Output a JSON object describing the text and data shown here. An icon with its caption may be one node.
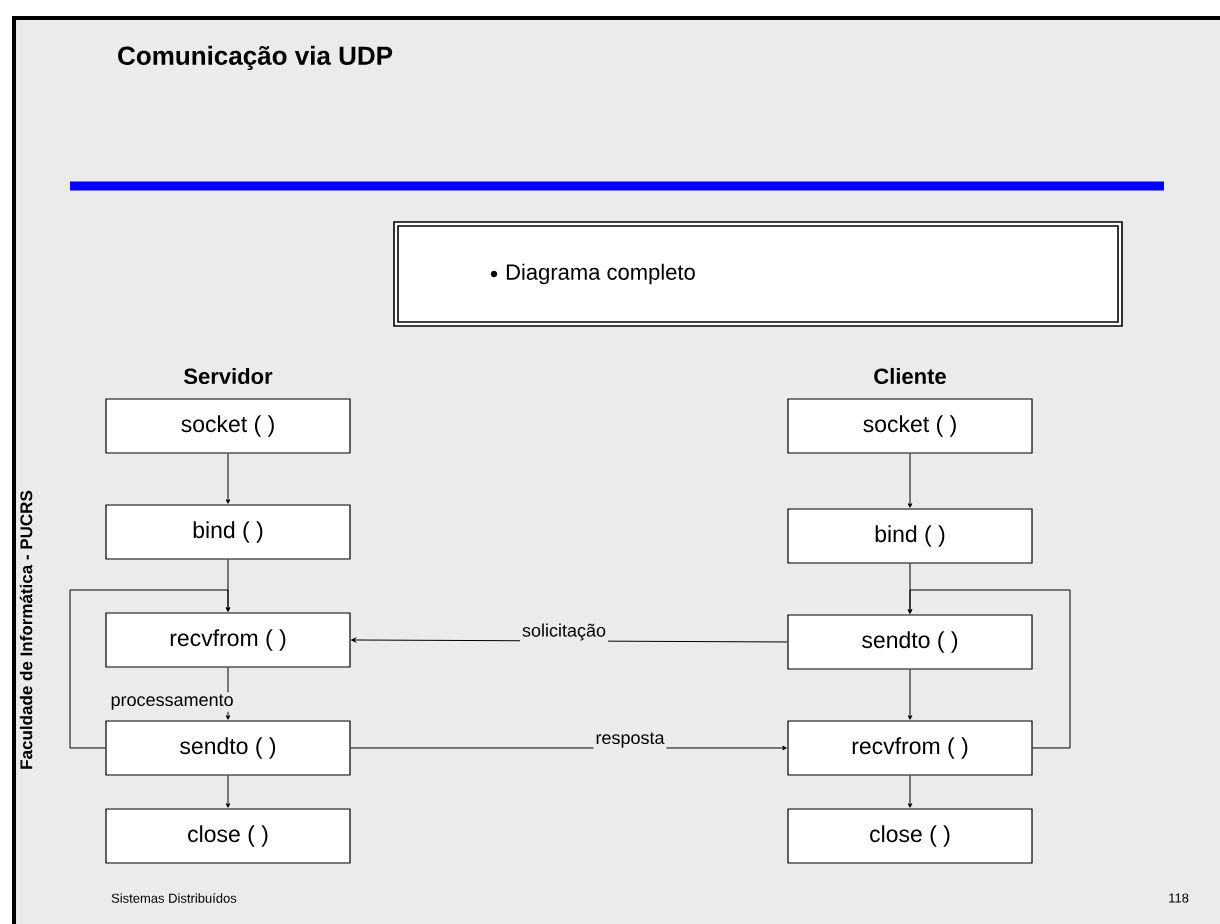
{
  "diagram": {
    "title": "Comunicação via UDP",
    "nodes": [
      {
        "text": [
          "Diagrama completo"
        ]
      },
      {
        "text": [
          "socket ( )"
        ]
      },
      {
        "text": [
          "bind ( )"
        ]
      },
      {
        "text": [
          "recvfrom ( )"
        ]
      },
      {
        "text": [
          "sendto ( )"
        ]
      },
      {
        "text": [
          "close ( )"
        ]
      },
      {
        "text": [
          "socket ( )"
        ]
      },
      {
        "text": [
          "bind ( )"
        ]
      },
      {
        "text": [
          "sendto ( )"
        ]
      },
      {
        "text": [
          "recvfrom ( )"
        ]
      },
      {
        "text": [
          "close ( )"
        ]
      }
    ],
    "edges": [
      {
        "from": 1,
        "to": 2,
        "arrow": "to"
      },
      {
        "from": 2,
        "to": 3,
        "arrow": "to"
      },
      {
        "from": 3,
        "to": 4,
        "arrow": "to",
        "label": "processamento"
      },
      {
        "from": 4,
        "to": 5,
        "arrow": "to"
      },
      {
        "from": 4,
        "to": 3,
        "arrow": "to"
      },
      {
        "from": 8,
        "to": 3,
        "arrow": "to",
        "label": "solicitação"
      },
      {
        "from": 4,
        "to": 9,
        "arrow": "to",
        "label": "resposta"
      },
      {
        "from": 6,
        "to": 7,
        "arrow": "to"
      },
      {
        "from": 7,
        "to": 8,
        "arrow": "to"
      },
      {
        "from": 8,
        "to": 9,
        "arrow": "to"
      },
      {
        "from": 9,
        "to": 10,
        "arrow": "to"
      },
      {
        "from": 9,
        "to": 8,
        "arrow": "to"
      }
    ],
    "labels": [
      "Servidor",
      "Cliente",
      "Faculdade de Informática - PUCRS",
      "Sistemas Distribuídos",
      "118"
    ]
  }
}
